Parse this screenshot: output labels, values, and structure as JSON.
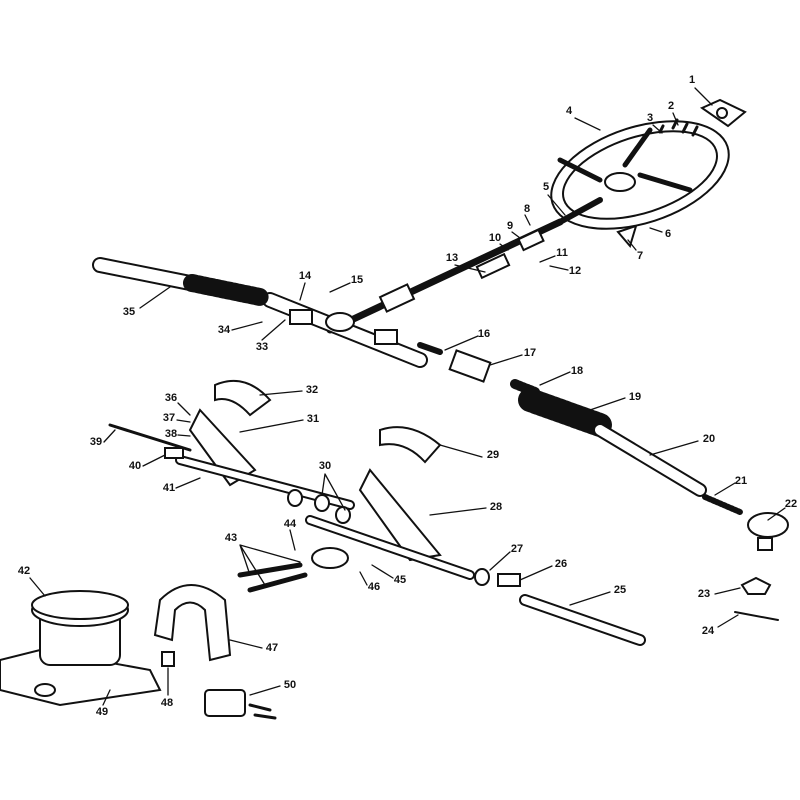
{
  "diagram": {
    "type": "exploded parts view",
    "callouts": [
      "1",
      "2",
      "3",
      "4",
      "5",
      "6",
      "7",
      "8",
      "9",
      "10",
      "11",
      "12",
      "13",
      "14",
      "15",
      "16",
      "17",
      "18",
      "19",
      "20",
      "21",
      "22",
      "23",
      "24",
      "25",
      "26",
      "27",
      "28",
      "29",
      "30",
      "31",
      "32",
      "33",
      "34",
      "35",
      "36",
      "37",
      "38",
      "39",
      "40",
      "41",
      "42",
      "43",
      "44",
      "45",
      "46",
      "47",
      "48",
      "49",
      "50"
    ],
    "colors": {
      "ink": "#111111",
      "paper": "#ffffff"
    }
  }
}
